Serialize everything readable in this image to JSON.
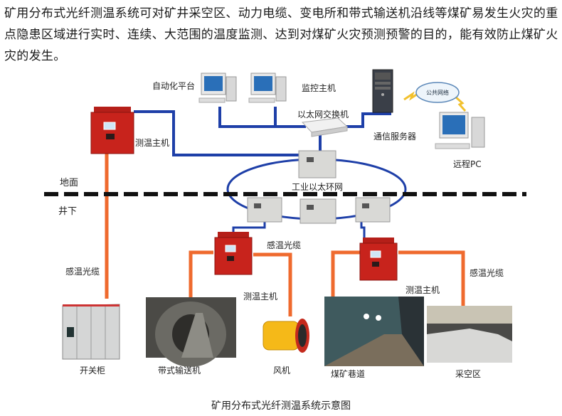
{
  "intro_text": "矿用分布式光纤测温系统可对矿井采空区、动力电缆、变电所和带式输送机沿线等煤矿易发生火灾的重点隐患区域进行实时、连续、大范围的温度监测、达到对煤矿火灾预测预警的目的，能有效防止煤矿火灾的发生。",
  "surface": {
    "automation_platform": "自动化平台",
    "monitor_host": "监控主机",
    "ethernet_switch": "以太网交换机",
    "comm_server": "通信服务器",
    "public_network": "公共网络",
    "remote_pc": "远程PC",
    "temp_host": "测温主机",
    "ground_label": "地面"
  },
  "ring": {
    "label": "工业以太环网"
  },
  "underground": {
    "label": "井下",
    "sensing_cable_left": "感温光缆",
    "sensing_cable_mid": "感温光缆",
    "sensing_cable_right": "感温光缆",
    "temp_host_mid": "测温主机",
    "temp_host_right": "测温主机",
    "devices": [
      "开关柜",
      "带式输送机",
      "风机",
      "煤矿巷道",
      "采空区"
    ]
  },
  "colors": {
    "network_line": "#1e3fa8",
    "fiber_line": "#ef6a2e",
    "host_red": "#c8231c",
    "dashed_divider": "#111111"
  },
  "caption": "矿用分布式光纤测温系统示意图"
}
